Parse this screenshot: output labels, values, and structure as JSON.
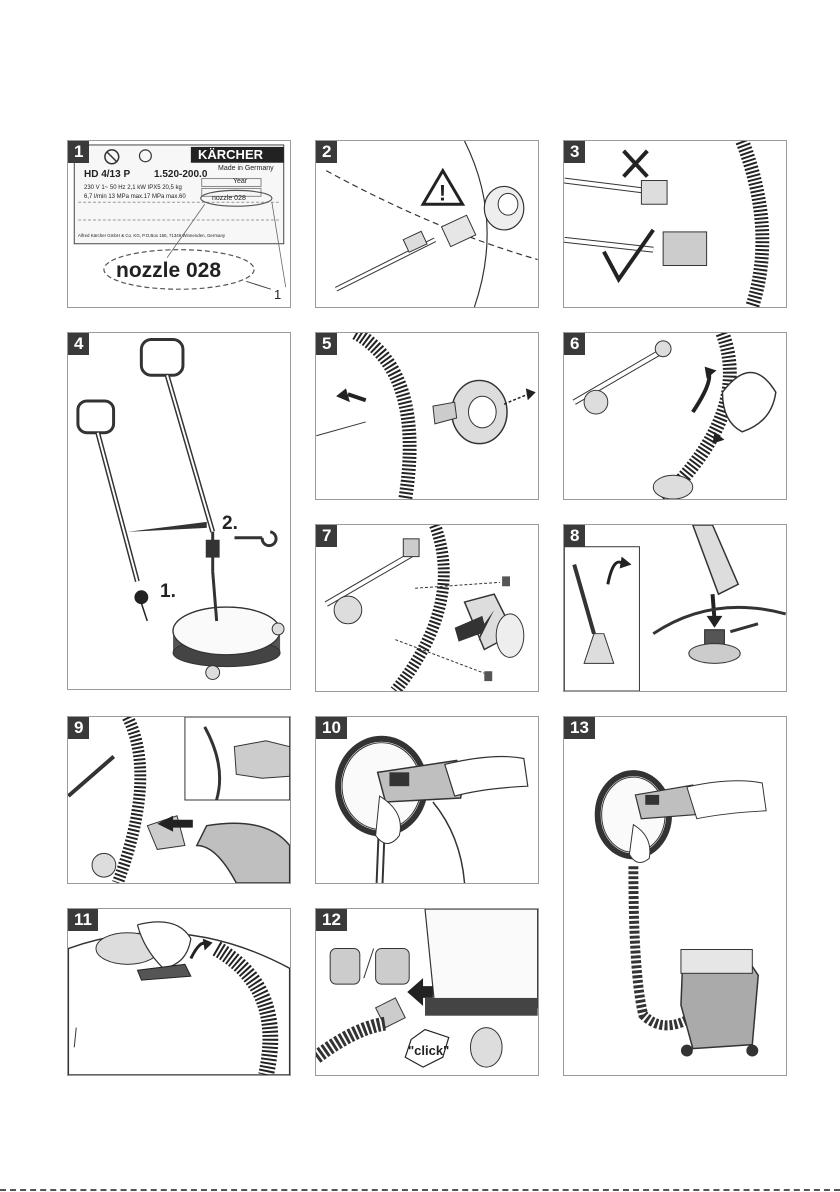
{
  "steps": [
    "1",
    "2",
    "3",
    "4",
    "5",
    "6",
    "7",
    "8",
    "9",
    "10",
    "11",
    "12",
    "13"
  ],
  "label": {
    "brand": "KÄRCHER",
    "made_in": "Made in Germany",
    "model": "HD 4/13 P",
    "part_no": "1.520-200.0",
    "year_label": "Year",
    "spec_line1": "230 V 1~ 50 Hz 2,1 kW IPX5 20,5 kg",
    "spec_line2": "6,7 l/min 13 MPa max.17 MPa max.60",
    "nozzle_small": "nozzle 028",
    "address": "Alfred Kärcher GmbH & Co. KG, P.O.Box 160, 71349 Winnenden, Germany",
    "nozzle_big": "nozzle 028",
    "callout": "1"
  },
  "step4": {
    "label1": "1.",
    "label2": "2."
  },
  "step12": {
    "click": "\"click\""
  },
  "colors": {
    "number_bg": "#3a3a3a",
    "line": "#333333",
    "fill_grey": "#bfbfbf"
  }
}
